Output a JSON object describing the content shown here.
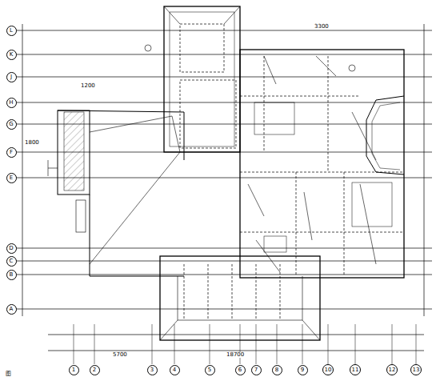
{
  "diagram": {
    "nodes": [
      {
        "text": [
          "L"
        ]
      },
      {
        "text": [
          "K"
        ]
      },
      {
        "text": [
          "J"
        ]
      },
      {
        "text": [
          "H"
        ]
      },
      {
        "text": [
          "G"
        ]
      },
      {
        "text": [
          "F"
        ]
      },
      {
        "text": [
          "E"
        ]
      },
      {
        "text": [
          "D"
        ]
      },
      {
        "text": [
          "C"
        ]
      },
      {
        "text": [
          "B"
        ]
      },
      {
        "text": [
          "A"
        ]
      },
      {
        "text": [
          "1"
        ]
      },
      {
        "text": [
          "2"
        ]
      },
      {
        "text": [
          "3"
        ]
      },
      {
        "text": [
          "4"
        ]
      },
      {
        "text": [
          "5"
        ]
      },
      {
        "text": [
          "6"
        ]
      },
      {
        "text": [
          "7"
        ]
      },
      {
        "text": [
          "8"
        ]
      },
      {
        "text": [
          "9"
        ]
      },
      {
        "text": [
          "10"
        ]
      },
      {
        "text": [
          "11"
        ]
      },
      {
        "text": [
          "12"
        ]
      },
      {
        "text": [
          "13"
        ]
      }
    ],
    "labels": [
      "3300",
      "1200",
      "1800",
      "5700",
      "18700",
      "图"
    ]
  }
}
